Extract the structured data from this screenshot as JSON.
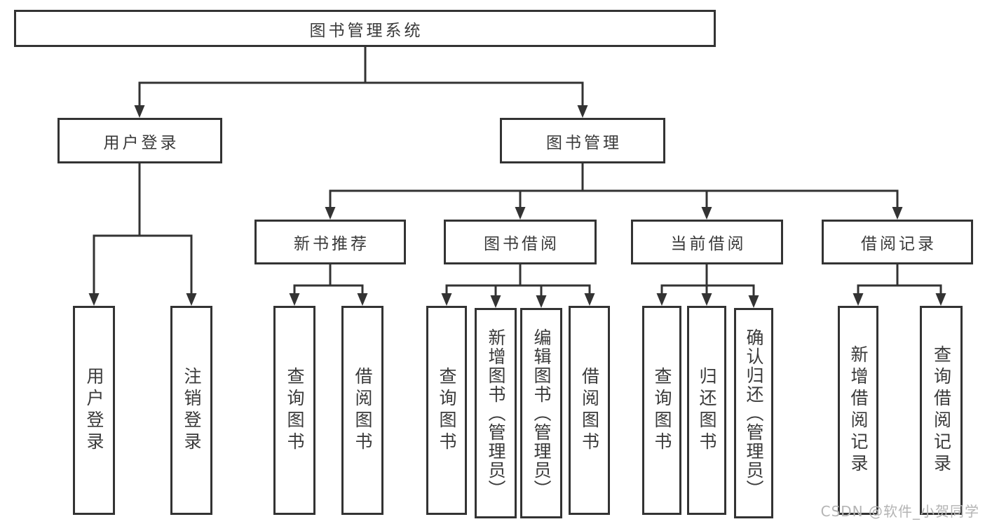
{
  "root": {
    "label": "图书管理系统"
  },
  "user_login": {
    "label": "用户登录",
    "children": [
      {
        "label": "用户登录"
      },
      {
        "label": "注销登录"
      }
    ]
  },
  "book_management": {
    "label": "图书管理",
    "modules": [
      {
        "label": "新书推荐",
        "children": [
          {
            "label": "查询图书"
          },
          {
            "label": "借阅图书"
          }
        ]
      },
      {
        "label": "图书借阅",
        "children": [
          {
            "label": "查询图书"
          },
          {
            "label": "新增图书（管理员）"
          },
          {
            "label": "编辑图书（管理员）"
          },
          {
            "label": "借阅图书"
          }
        ]
      },
      {
        "label": "当前借阅",
        "children": [
          {
            "label": "查询图书"
          },
          {
            "label": "归还图书"
          },
          {
            "label": "确认归还（管理员）"
          }
        ]
      },
      {
        "label": "借阅记录",
        "children": [
          {
            "label": "新增借阅记录"
          },
          {
            "label": "查询借阅记录"
          }
        ]
      }
    ]
  },
  "watermark": {
    "text": "CSDN @软件_小贺同学"
  },
  "colors": {
    "line": "#333333",
    "box_border": "#333333",
    "text": "#3a3a3a",
    "watermark": "#b4b4b4",
    "background": "#ffffff"
  }
}
